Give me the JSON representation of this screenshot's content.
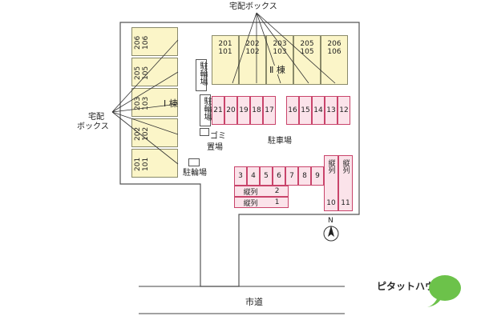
{
  "labels": {
    "delivery_box_top": "宅配ボックス",
    "delivery_box_left_1": "宅配",
    "delivery_box_left_2": "ボックス",
    "building_1": "Ⅰ 棟",
    "building_2": "Ⅱ 棟",
    "bicycle_parking": "駐輪場",
    "garbage_1": "ゴミ",
    "garbage_2": "置場",
    "parking_lot": "駐車場",
    "city_road": "市道",
    "north": "N",
    "logo_text": "ピタットハウス"
  },
  "building1_units": [
    {
      "top": "206",
      "bottom": "106"
    },
    {
      "top": "205",
      "bottom": "105"
    },
    {
      "top": "203",
      "bottom": "103"
    },
    {
      "top": "202",
      "bottom": "102"
    },
    {
      "top": "201",
      "bottom": "101"
    }
  ],
  "building2_units": [
    {
      "top": "201",
      "bottom": "101"
    },
    {
      "top": "202",
      "bottom": "102"
    },
    {
      "top": "203",
      "bottom": "103"
    },
    {
      "top": "205",
      "bottom": "105"
    },
    {
      "top": "206",
      "bottom": "106"
    }
  ],
  "parking_row_a": [
    "21",
    "20",
    "19",
    "18",
    "17"
  ],
  "parking_row_b": [
    "16",
    "15",
    "14",
    "13",
    "12"
  ],
  "parking_row_c": [
    "3",
    "4",
    "5",
    "6",
    "7",
    "8",
    "9"
  ],
  "parking_tandem": [
    {
      "label": "縦列",
      "num": "2"
    },
    {
      "label": "縦列",
      "num": "1"
    }
  ],
  "parking_vertical": [
    {
      "label": "縦列",
      "num": "10"
    },
    {
      "label": "縦列",
      "num": "11"
    }
  ],
  "colors": {
    "unit_fill": "#fbf5c8",
    "parking_fill": "#fbe3ea",
    "parking_border": "#c9446b",
    "lot_fill": "#ffffff",
    "logo_green": "#6cc24a"
  }
}
